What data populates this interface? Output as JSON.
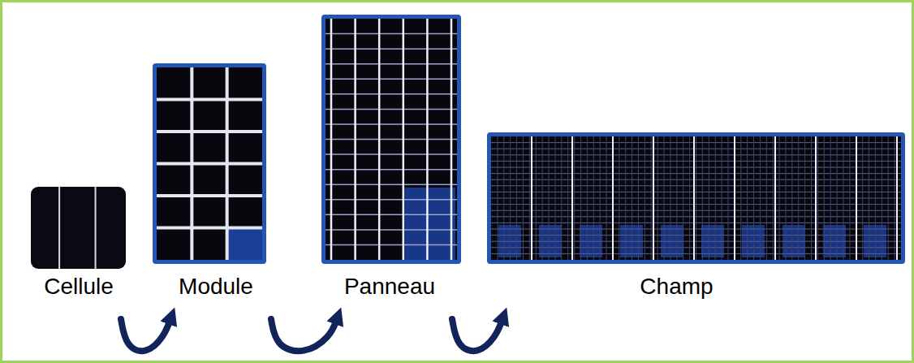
{
  "diagram": {
    "nodes": [
      {
        "text": [
          "Cellule"
        ]
      },
      {
        "text": [
          "Module"
        ]
      },
      {
        "text": [
          "Panneau"
        ]
      },
      {
        "text": [
          "Champ"
        ]
      }
    ],
    "edges": [
      {
        "from": 0,
        "to": 1,
        "arrow": "to"
      },
      {
        "from": 1,
        "to": 2,
        "arrow": "to"
      },
      {
        "from": 2,
        "to": 3,
        "arrow": "to"
      }
    ]
  }
}
